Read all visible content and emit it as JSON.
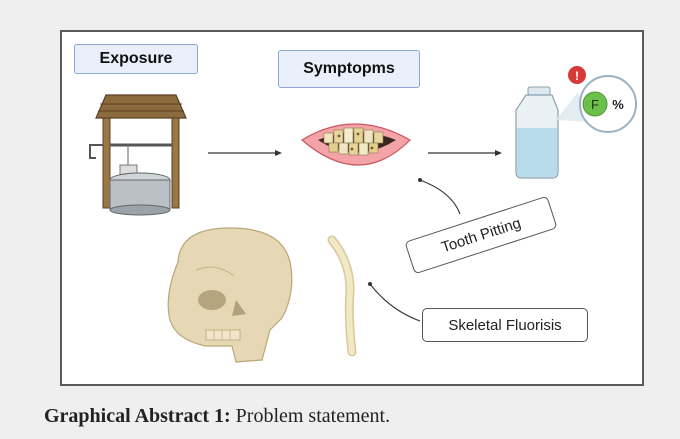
{
  "labels": {
    "exposure": "Exposure",
    "symptoms": "Symptopms",
    "tooth_pitting": "Tooth Pitting",
    "skeletal_fluorisis": "Skeletal Fluorisis",
    "fluoride_symbol": "F",
    "percent_symbol": "%",
    "alert_symbol": "!"
  },
  "caption": {
    "prefix": "Graphical Abstract 1:",
    "text": " Problem statement."
  },
  "icons": [
    "water-well-icon",
    "teeth-icon",
    "water-bottle-icon",
    "fluoride-badge-icon",
    "alert-icon",
    "skull-icon",
    "spine-icon"
  ],
  "colors": {
    "background": "#efefef",
    "frame_border": "#5a5a5a",
    "header_fill": "#eaf0fb",
    "header_border": "#8da6d6",
    "fluoride_green": "#6cc04a",
    "alert_red": "#d83a3a",
    "bone": "#e6d8b4",
    "water": "#b9dcea"
  }
}
